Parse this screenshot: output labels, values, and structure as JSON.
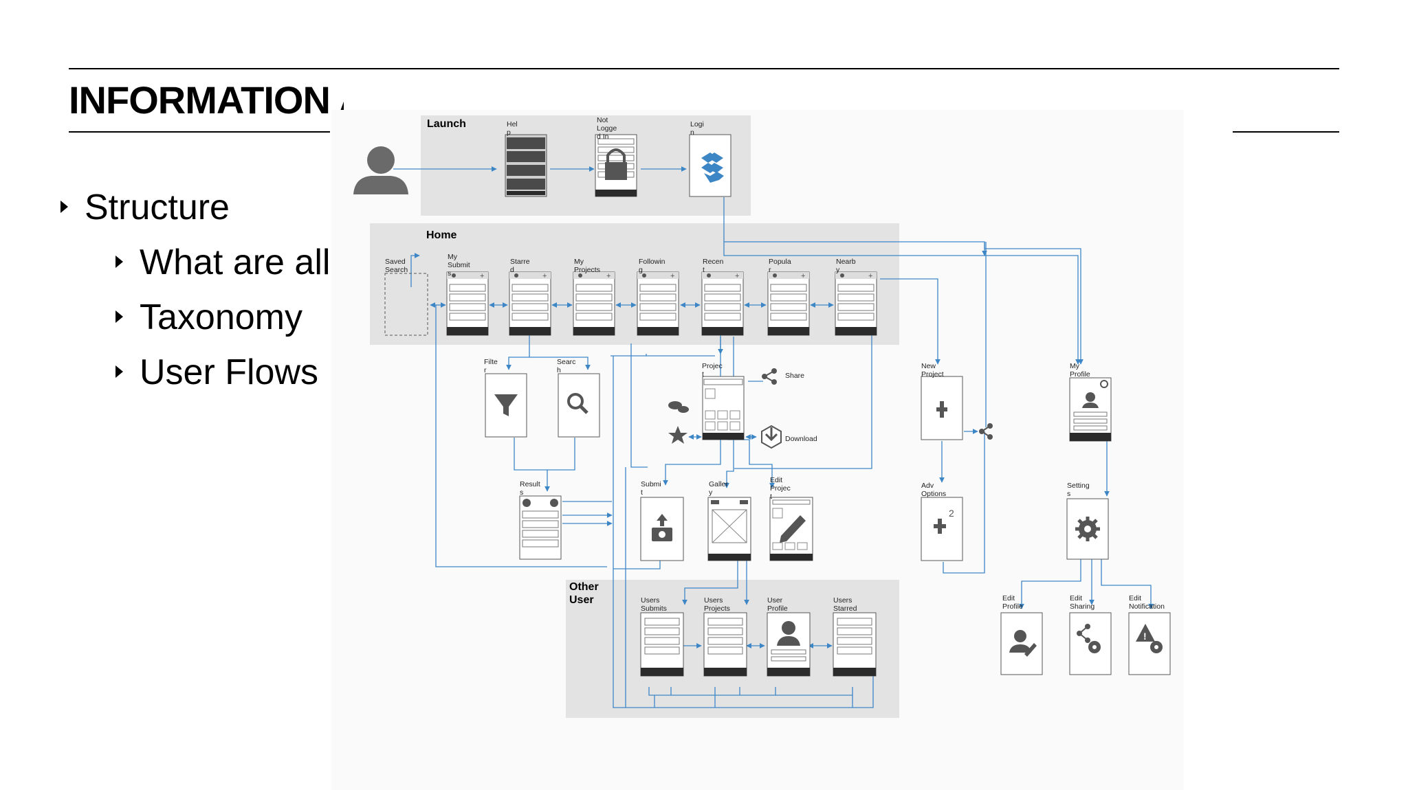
{
  "title": "INFORMATION ARCHITECT",
  "bullets": {
    "structure": "Structure",
    "what_are_all": "What are all",
    "taxonomy": "Taxonomy",
    "user_flows": "User Flows"
  },
  "sections": {
    "launch": "Launch",
    "home": "Home",
    "other_user_1": "Other",
    "other_user_2": "User"
  },
  "screens": {
    "help": [
      "Hel",
      "p"
    ],
    "not_logged_in": [
      "Not",
      "Logge",
      "d In"
    ],
    "login": [
      "Logi",
      "n"
    ],
    "saved_search": [
      "Saved",
      "Search"
    ],
    "my_submits": [
      "My",
      "Submit",
      "s"
    ],
    "starred": [
      "Starre",
      "d"
    ],
    "my_projects": [
      "My",
      "Projects"
    ],
    "following": [
      "Followin",
      "g"
    ],
    "recent": [
      "Recen",
      "t"
    ],
    "popular": [
      "Popula",
      "r"
    ],
    "nearby": [
      "Nearb",
      "y"
    ],
    "filter": [
      "Filte",
      "r"
    ],
    "search": [
      "Searc",
      "h"
    ],
    "project": [
      "Projec",
      "t"
    ],
    "share": "Share",
    "download": "Download",
    "results": [
      "Result",
      "s"
    ],
    "submit": [
      "Submi",
      "t"
    ],
    "gallery": [
      "Galler",
      "y"
    ],
    "edit_project": [
      "Edit",
      "Projec",
      "t"
    ],
    "new_project": [
      "New",
      "Project"
    ],
    "adv_options": [
      "Adv",
      "Options"
    ],
    "my_profile": [
      "My",
      "Profile"
    ],
    "settings": [
      "Setting",
      "s"
    ],
    "users_submits": [
      "Users",
      "Submits"
    ],
    "users_projects": [
      "Users",
      "Projects"
    ],
    "user_profile": [
      "User",
      "Profile"
    ],
    "users_starred": [
      "Users",
      "Starred"
    ],
    "edit_profile": [
      "Edit",
      "Profile"
    ],
    "edit_sharing": [
      "Edit",
      "Sharing"
    ],
    "edit_notification": [
      "Edit",
      "Notification"
    ],
    "adv_badge": "2"
  },
  "colors": {
    "arrow": "#3d86c6",
    "panel": "#e3e3e3",
    "screen_fill": "#ffffff",
    "screen_stroke": "#555555",
    "dark_bar": "#2b2b2b",
    "icon": "#666666"
  }
}
